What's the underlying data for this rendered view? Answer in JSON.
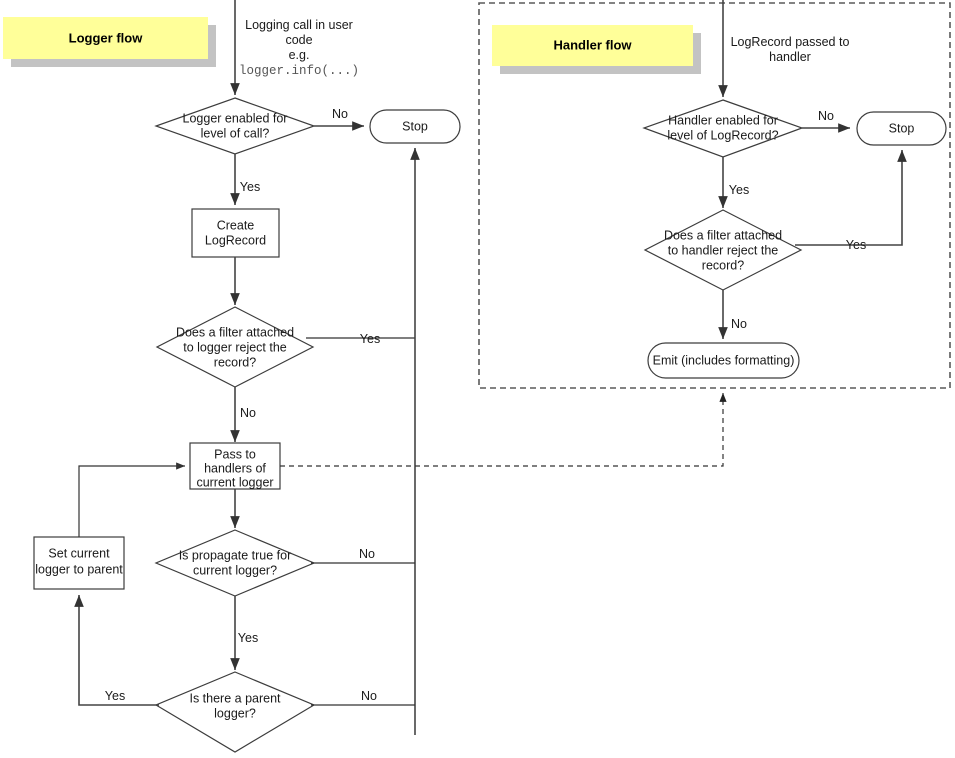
{
  "diagram": {
    "title_logger": "Logger flow",
    "title_handler": "Handler flow",
    "colors": {
      "label_fill": "#ffff99",
      "label_shadow": "#c3c3c3",
      "shape_stroke": "#3c3c3c",
      "connector": "#444444",
      "region_border": "#5a5a5a",
      "background": "#ffffff"
    }
  },
  "logger_flow": {
    "label": "Logger flow",
    "entry": {
      "line1": "Logging call in user",
      "line2": "code",
      "line3": "e.g.",
      "line4": "logger.info(...)"
    },
    "nodes": {
      "logger_enabled": {
        "line1": "Logger enabled for",
        "line2": "level of call?",
        "type": "decision"
      },
      "stop": {
        "line1": "Stop",
        "type": "terminator"
      },
      "create_logrecord": {
        "line1": "Create",
        "line2": "LogRecord",
        "type": "process"
      },
      "logger_filter": {
        "line1": "Does a filter attached",
        "line2": "to logger reject the",
        "line3": "record?",
        "type": "decision"
      },
      "pass_to_handlers": {
        "line1": "Pass to",
        "line2": "handlers of",
        "line3": "current logger",
        "type": "process"
      },
      "is_propagate": {
        "line1": "Is propagate true for",
        "line2": "current logger?",
        "type": "decision"
      },
      "set_parent": {
        "line1": "Set current",
        "line2": "logger to parent",
        "type": "process"
      },
      "has_parent": {
        "line1": "Is there a parent",
        "line2": "logger?",
        "type": "decision"
      }
    },
    "edges": {
      "logger_enabled_no": "No",
      "logger_enabled_yes": "Yes",
      "logger_filter_yes": "Yes",
      "logger_filter_no": "No",
      "is_propagate_no": "No",
      "is_propagate_yes": "Yes",
      "has_parent_yes": "Yes",
      "has_parent_no": "No"
    }
  },
  "handler_flow": {
    "label": "Handler flow",
    "entry": {
      "line1": "LogRecord passed to",
      "line2": "handler"
    },
    "nodes": {
      "handler_enabled": {
        "line1": "Handler enabled for",
        "line2": "level of LogRecord?",
        "type": "decision"
      },
      "stop": {
        "line1": "Stop",
        "type": "terminator"
      },
      "handler_filter": {
        "line1": "Does a filter attached",
        "line2": "to handler reject the",
        "line3": "record?",
        "type": "decision"
      },
      "emit": {
        "line1": "Emit (includes formatting)",
        "type": "terminator"
      }
    },
    "edges": {
      "handler_enabled_no": "No",
      "handler_enabled_yes": "Yes",
      "handler_filter_yes": "Yes",
      "handler_filter_no": "No"
    }
  }
}
